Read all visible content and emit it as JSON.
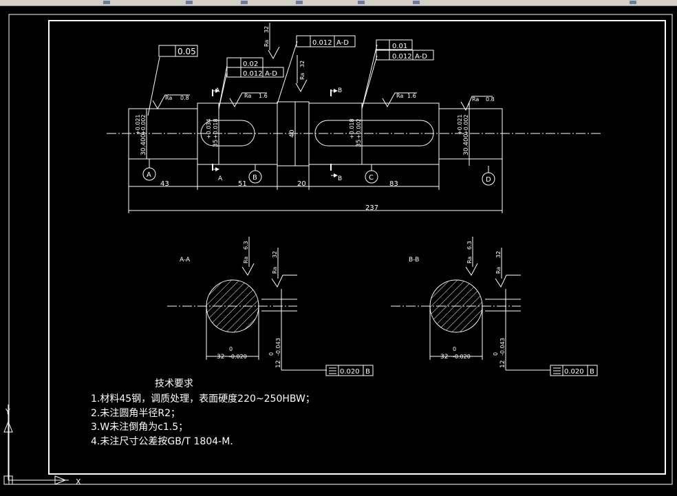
{
  "drawing": {
    "dims": {
      "d43": "43",
      "d51": "51",
      "d20": "20",
      "d83": "83",
      "d237": "237",
      "d40": "40"
    },
    "diameters": {
      "left": "30.400",
      "left_tol_up": "+0.021",
      "left_tol_lo": "+0.002",
      "d35a": "35",
      "d35a_up": "+0.034",
      "d35a_lo": "+0.018",
      "d35b": "35",
      "d35b_up": "+0.018",
      "d35b_lo": "+0.002",
      "right": "30.400",
      "right_tol_up": "+0.021",
      "right_tol_lo": "+0.002"
    },
    "datums": [
      "A",
      "B",
      "C",
      "D"
    ],
    "section_marks": {
      "a": "A",
      "b": "B"
    },
    "roughness": {
      "r08": "0.8",
      "r16": "1.6",
      "r32": "32",
      "r63": "6.3",
      "ra": "Ra"
    },
    "tolerance_frames": {
      "f005": "0.05",
      "f002": "0.02",
      "f0012": "0.012",
      "ref_ad": "A-D",
      "f001": "0.01",
      "f0020": "0.020",
      "ref_b": "B"
    },
    "sections": [
      {
        "label": "A-A",
        "width": "32",
        "width_tol": "-0.020",
        "width_tol_up": "0",
        "depth": "12",
        "depth_tol": "-0.043",
        "depth_tol_up": "0"
      },
      {
        "label": "B-B",
        "width": "32",
        "width_tol": "-0.020",
        "width_tol_up": "0",
        "depth": "12",
        "depth_tol": "-0.043",
        "depth_tol_up": "0"
      }
    ]
  },
  "notes": {
    "title": "技术要求",
    "items": [
      "1.材料45钢，调质处理，表面硬度220~250HBW；",
      "2.未注圆角半径R2；",
      "3.W未注倒角为c1.5；",
      "4.未注尺寸公差按GB/T  1804-M."
    ]
  },
  "ucs": {
    "x_label": "X",
    "y_label": "Y"
  }
}
